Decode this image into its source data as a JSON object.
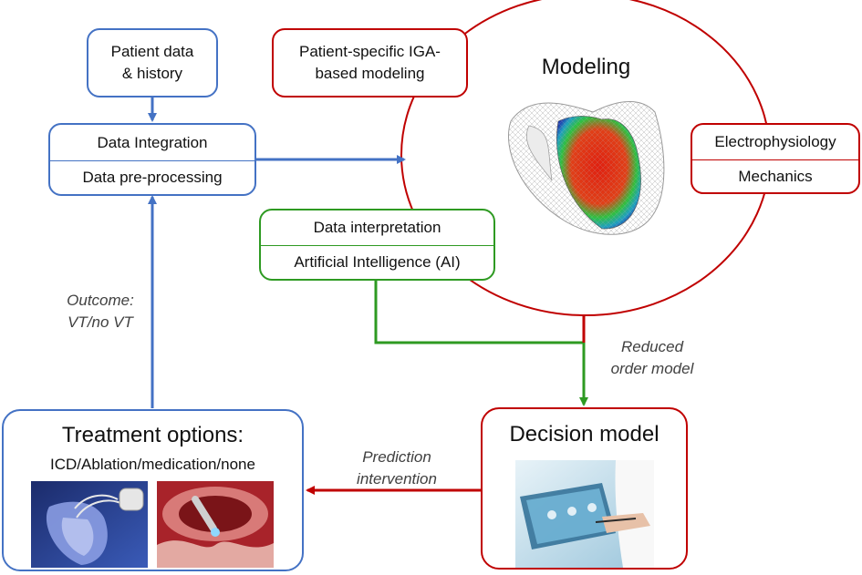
{
  "boxes": {
    "patient_data": "Patient data\n& history",
    "data_integration": "Data Integration",
    "data_preprocessing": "Data pre-processing",
    "iga_modeling": "Patient-specific IGA-\nbased modeling",
    "modeling": "Modeling",
    "electrophysiology": "Electrophysiology",
    "mechanics": "Mechanics",
    "data_interpretation": "Data interpretation",
    "artificial_intelligence": "Artificial Intelligence (AI)",
    "treatment_title": "Treatment options:",
    "treatment_list": "ICD/Ablation/medication/none",
    "decision_model": "Decision model"
  },
  "labels": {
    "outcome": "Outcome:\nVT/no VT",
    "reduced_order": "Reduced\norder model",
    "prediction": "Prediction\nintervention"
  },
  "colors": {
    "blue": "#4472c4",
    "red": "#c00000",
    "green": "#2e9a22"
  },
  "images": {
    "heart_model": "heart-mesh-model",
    "icd_device": "icd-heart-illustration",
    "ablation": "ablation-catheter-illustration",
    "tablet": "doctor-with-tablet-photo"
  }
}
